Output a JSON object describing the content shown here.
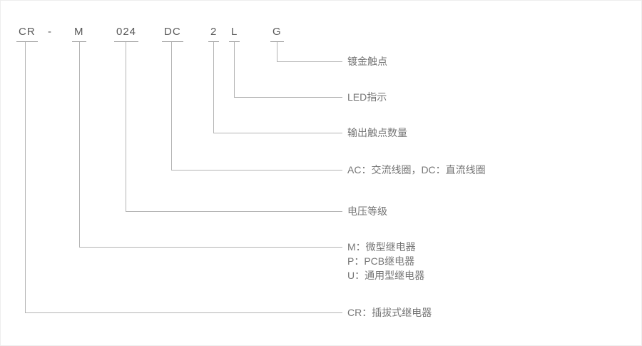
{
  "diagram_title": "relay-ordering-code-breakdown",
  "colors": {
    "line": "#b3b3b3",
    "code_text": "#595959",
    "label_text": "#757575",
    "underline": "#8f8f8f"
  },
  "code": {
    "segments": [
      {
        "text": "CR"
      },
      {
        "text": "-"
      },
      {
        "text": "M"
      },
      {
        "text": "024"
      },
      {
        "text": "DC"
      },
      {
        "text": "2"
      },
      {
        "text": "L"
      },
      {
        "text": "G"
      }
    ]
  },
  "annotations": [
    {
      "code_ref": "G",
      "label": "镀金触点"
    },
    {
      "code_ref": "L",
      "label": "LED指示"
    },
    {
      "code_ref": "2",
      "label": "输出触点数量"
    },
    {
      "code_ref": "DC",
      "label": "AC：交流线圈，DC：直流线圈"
    },
    {
      "code_ref": "024",
      "label": "电压等级"
    },
    {
      "code_ref": "M",
      "lines": [
        "M：微型继电器",
        "P：PCB继电器",
        "U：通用型继电器"
      ]
    },
    {
      "code_ref": "CR",
      "label": "CR：插拔式继电器"
    }
  ]
}
